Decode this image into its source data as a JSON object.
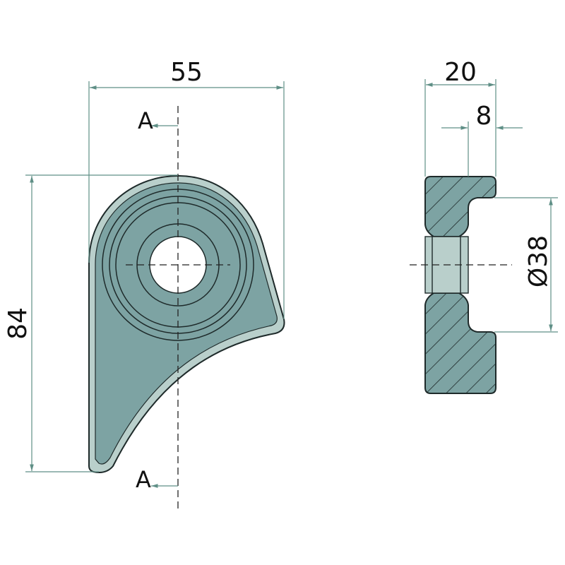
{
  "drawing": {
    "front_view": {
      "width_dimension": "55",
      "height_dimension": "84",
      "section_label_top": "A",
      "section_label_bottom": "A"
    },
    "section_view": {
      "thickness_dimension": "20",
      "flange_dimension": "8",
      "recess_diameter_dimension": "Ø38"
    },
    "colors": {
      "body_fill": "#7da3a3",
      "chamfer_fill": "#b9cfcb",
      "dimension_line": "#5f8f86",
      "outline": "#1e2a2a"
    }
  }
}
